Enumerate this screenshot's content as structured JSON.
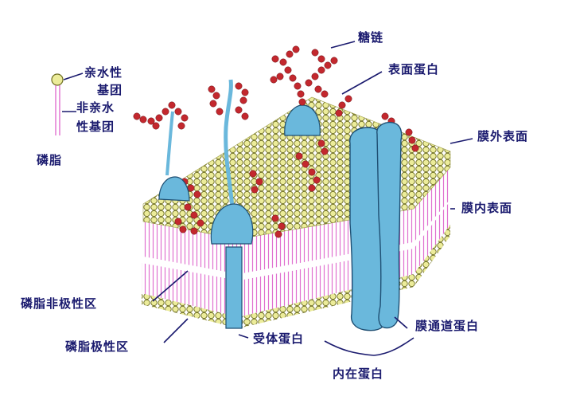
{
  "labels": {
    "hydrophilic_line1": "亲水性",
    "hydrophilic_line2": "基团",
    "hydrophobic_line1": "非亲水",
    "hydrophobic_line2": "性基团",
    "phospholipid": "磷脂",
    "sugar_chain": "糖链",
    "surface_protein": "表面蛋白",
    "outer_surface": "膜外表面",
    "inner_surface": "膜内表面",
    "nonpolar_region": "磷脂非极性区",
    "polar_region": "磷脂极性区",
    "receptor_protein": "受体蛋白",
    "channel_protein": "膜通道蛋白",
    "integral_protein": "内在蛋白"
  },
  "colors": {
    "head": "#ecec9a",
    "head_stroke": "#6e6e22",
    "tail": "#e070d0",
    "protein": "#6ab8dc",
    "protein_stroke": "#1f4f73",
    "sugar": "#c3282e",
    "label": "#1a1a6e"
  }
}
